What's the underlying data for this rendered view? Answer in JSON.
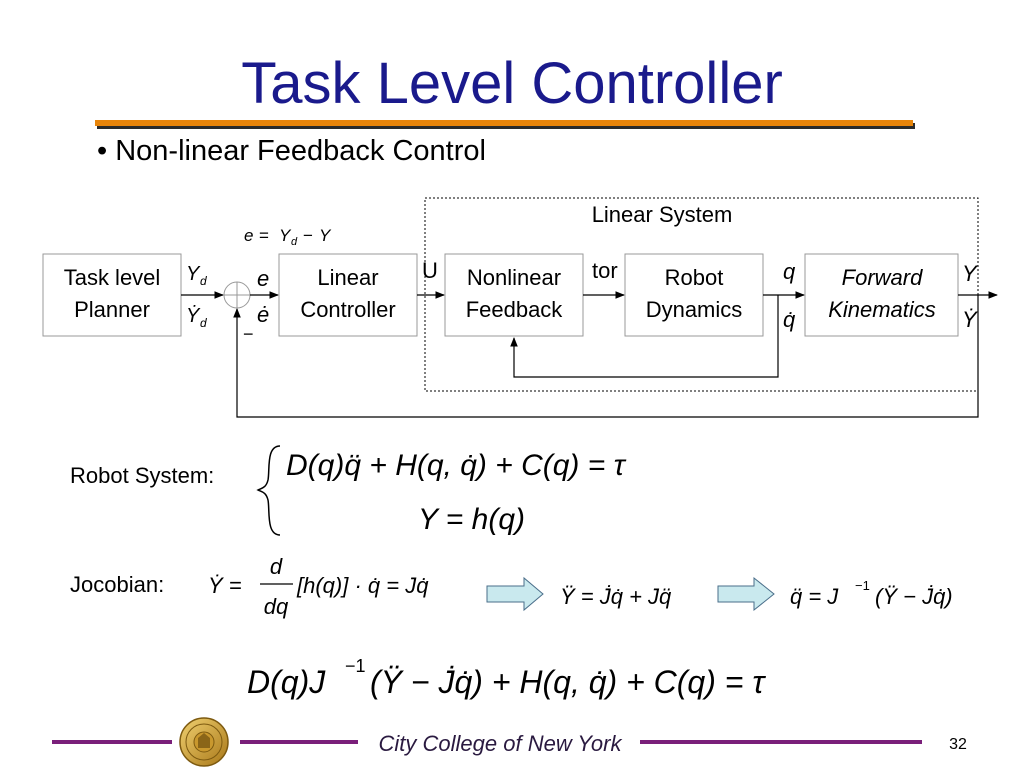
{
  "title": "Task Level Controller",
  "bullet": "• Non-linear Feedback Control",
  "colors": {
    "title": "#1a1a8c",
    "title_rule": "#e8850a",
    "title_rule_shadow": "#2b2b2b",
    "footer_rule": "#7a1f7a"
  },
  "diagram": {
    "linear_system_label": "Linear System",
    "error_equation": "e = Y_d − Y",
    "blocks": {
      "planner": [
        "Task level",
        "Planner"
      ],
      "linear_controller": [
        "Linear",
        "Controller"
      ],
      "nonlinear_feedback": [
        "Nonlinear",
        "Feedback"
      ],
      "robot_dynamics": [
        "Robot",
        "Dynamics"
      ],
      "forward_kinematics": [
        "Forward",
        "Kinematics"
      ]
    },
    "signals": {
      "yd": "Y",
      "yd_sub": "d",
      "yd_dot": "Ẏ",
      "yd_dot_sub": "d",
      "e": "e",
      "e_dot": "ė",
      "minus": "−",
      "u": "U",
      "tor": "tor",
      "q": "q",
      "q_dot": "q̇",
      "y": "Y",
      "y_dot": "Ẏ"
    }
  },
  "equations": {
    "robot_system_label": "Robot System:",
    "robot_eq1": "D(q)q̈ + H(q, q̇) + C(q) = τ",
    "robot_eq2": "Y = h(q)",
    "jacobian_label": "Jocobian:",
    "jacobian_lhs": "Ẏ =",
    "jacobian_frac_num": "d",
    "jacobian_frac_den": "dq",
    "jacobian_rhs": "[h(q)] · q̇ = Jq̇",
    "ydd_eq": "Ÿ = J̇q̇ + Jq̈",
    "qdd_eq_pre": "q̈ = J",
    "qdd_eq_sup": "−1",
    "qdd_eq_post": "(Ÿ − J̇q̇)",
    "final_eq_pre": "D(q)J",
    "final_eq_sup": "−1",
    "final_eq_post": "(Ÿ − J̇q̇) + H(q, q̇) + C(q) = τ"
  },
  "footer": {
    "college": "City College of New York",
    "page_number": "32",
    "seal_icon": "college-seal-icon"
  }
}
